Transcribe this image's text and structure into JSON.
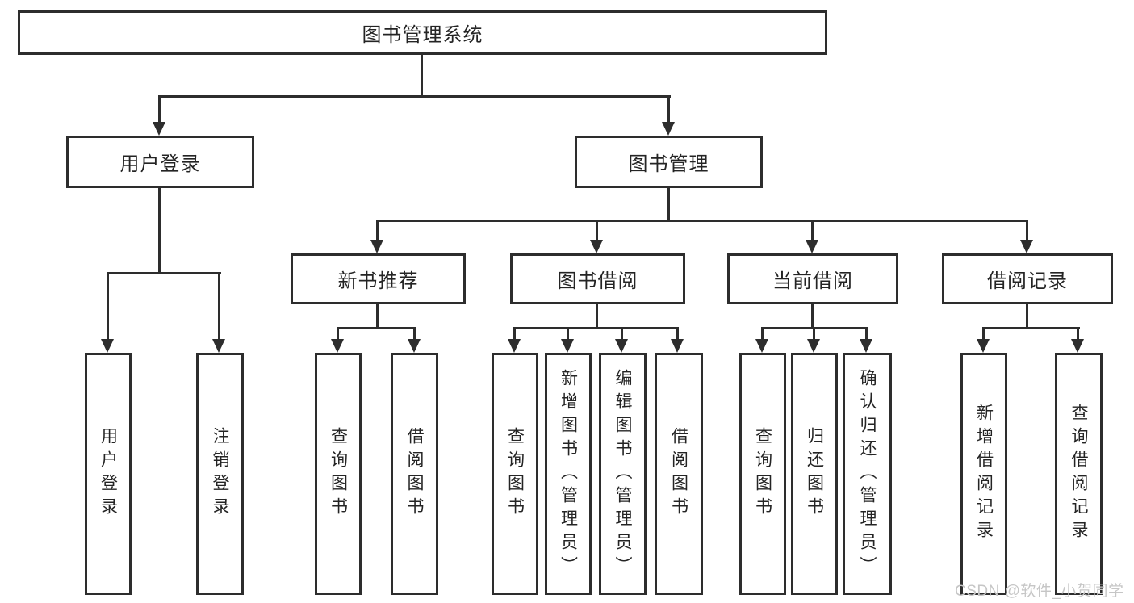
{
  "diagram": {
    "title": "图书管理系统",
    "level2": {
      "user_login": "用户登录",
      "book_management": "图书管理"
    },
    "level3": {
      "new_book_recommend": "新书推荐",
      "book_borrow": "图书借阅",
      "current_borrow": "当前借阅",
      "borrow_records": "借阅记录"
    },
    "leaves": {
      "login": [
        "用户登录",
        "注销登录"
      ],
      "recommend": [
        "查询图书",
        "借阅图书"
      ],
      "borrow": [
        "查询图书",
        "新增图书（管理员）",
        "编辑图书（管理员）",
        "借阅图书"
      ],
      "current": [
        "查询图书",
        "归还图书",
        "确认归还（管理员）"
      ],
      "records": [
        "新增借阅记录",
        "查询借阅记录"
      ]
    }
  },
  "watermark": {
    "text": "CSDN @软件_小贺同学"
  },
  "colors": {
    "line": "#2d2d2d",
    "text": "#242424",
    "box_fill": "#ffffff",
    "watermark": "#c6c6c6"
  }
}
